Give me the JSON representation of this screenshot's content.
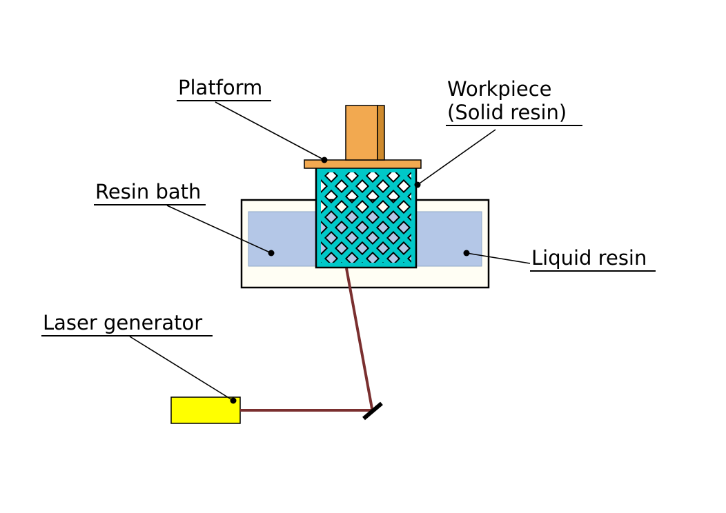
{
  "diagram": {
    "labels": {
      "platform": "Platform",
      "workpiece_line1": "Workpiece",
      "workpiece_line2": "(Solid resin)",
      "resin_bath": "Resin bath",
      "liquid_resin": "Liquid resin",
      "laser_generator": "Laser generator"
    },
    "colors": {
      "platform": "#F2A950",
      "platform_side": "#CE8A2D",
      "lattice": "#00C8C8",
      "liquid": "#B4C7E7",
      "bath": "#FFFEF4",
      "laser_box": "#FFFF00",
      "beam": "#7A2F2F",
      "outline": "#000000"
    }
  }
}
